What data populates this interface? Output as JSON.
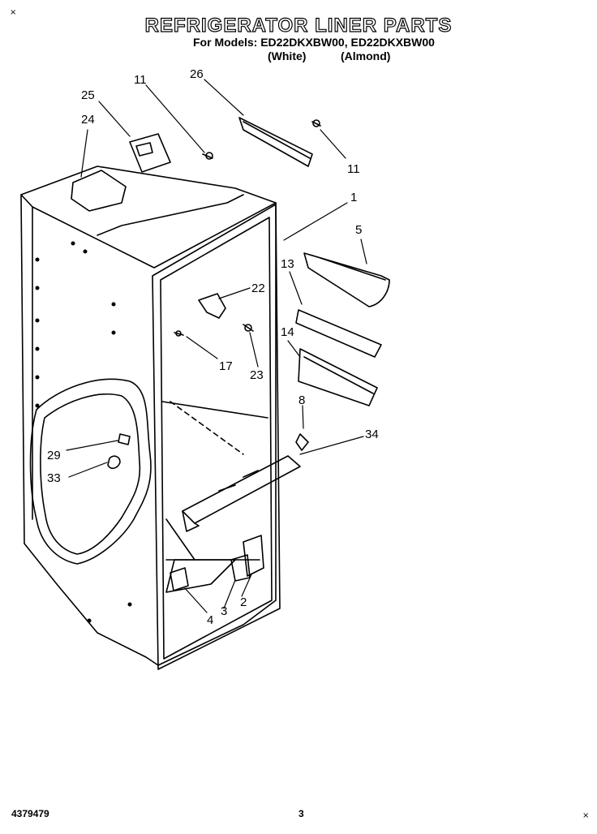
{
  "header": {
    "title": "REFRIGERATOR LINER PARTS",
    "models_line": "For Models: ED22DKXBW00, ED22DKXBW00",
    "variant_white": "(White)",
    "variant_almond": "(Almond)"
  },
  "footer": {
    "doc_id": "4379479",
    "page_number": "3"
  },
  "callouts": [
    {
      "id": "c25",
      "label": "25"
    },
    {
      "id": "c24",
      "label": "24"
    },
    {
      "id": "c11a",
      "label": "11"
    },
    {
      "id": "c26",
      "label": "26"
    },
    {
      "id": "c11b",
      "label": "11"
    },
    {
      "id": "c1",
      "label": "1"
    },
    {
      "id": "c5",
      "label": "5"
    },
    {
      "id": "c13",
      "label": "13"
    },
    {
      "id": "c14",
      "label": "14"
    },
    {
      "id": "c8",
      "label": "8"
    },
    {
      "id": "c34",
      "label": "34"
    },
    {
      "id": "c22",
      "label": "22"
    },
    {
      "id": "c17",
      "label": "17"
    },
    {
      "id": "c23",
      "label": "23"
    },
    {
      "id": "c29",
      "label": "29"
    },
    {
      "id": "c33",
      "label": "33"
    },
    {
      "id": "c4",
      "label": "4"
    },
    {
      "id": "c3",
      "label": "3"
    },
    {
      "id": "c2",
      "label": "2"
    }
  ],
  "marks": {
    "corner": "×"
  }
}
